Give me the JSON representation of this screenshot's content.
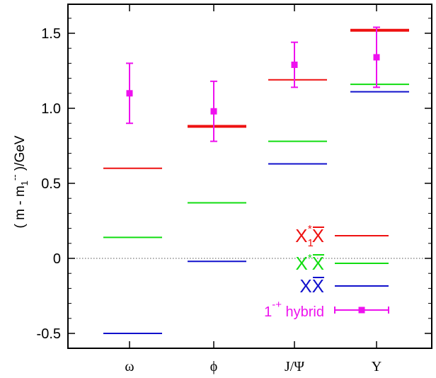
{
  "chart_data": {
    "type": "scatter",
    "ylabel_main": "( m - m",
    "ylabel_sub": "1",
    "ylabel_sup": "--",
    "ylabel_tail": " )/GeV",
    "ylim": [
      -0.6,
      1.7
    ],
    "yticks": [
      -0.5,
      0,
      0.5,
      1.0,
      1.5
    ],
    "ytick_labels": [
      "-0.5",
      "0",
      "0.5",
      "1.0",
      "1.5"
    ],
    "categories": [
      "ω",
      "ϕ",
      "J/Ψ",
      "Υ"
    ],
    "levels": [
      {
        "series": "x1x",
        "category": 0,
        "value": 0.6,
        "thick": false
      },
      {
        "series": "xx_star",
        "category": 0,
        "value": 0.14,
        "thick": false
      },
      {
        "series": "xx",
        "category": 0,
        "value": -0.5,
        "thick": false
      },
      {
        "series": "x1x",
        "category": 1,
        "value": 0.88,
        "thick": true
      },
      {
        "series": "xx_star",
        "category": 1,
        "value": 0.37,
        "thick": false
      },
      {
        "series": "xx",
        "category": 1,
        "value": -0.02,
        "thick": false
      },
      {
        "series": "x1x",
        "category": 2,
        "value": 1.19,
        "thick": false
      },
      {
        "series": "xx_star",
        "category": 2,
        "value": 0.78,
        "thick": false
      },
      {
        "series": "xx",
        "category": 2,
        "value": 0.63,
        "thick": false
      },
      {
        "series": "x1x",
        "category": 3,
        "value": 1.52,
        "thick": true
      },
      {
        "series": "xx_star",
        "category": 3,
        "value": 1.16,
        "thick": false
      },
      {
        "series": "xx",
        "category": 3,
        "value": 1.11,
        "thick": false
      }
    ],
    "hybrid": [
      {
        "category": 0,
        "value": 1.1,
        "err_low": 0.9,
        "err_high": 1.3
      },
      {
        "category": 1,
        "value": 0.98,
        "err_low": 0.78,
        "err_high": 1.18
      },
      {
        "category": 2,
        "value": 1.29,
        "err_low": 1.14,
        "err_high": 1.44
      },
      {
        "category": 3,
        "value": 1.34,
        "err_low": 1.14,
        "err_high": 1.54
      }
    ],
    "legend": [
      {
        "key": "x1x",
        "text": "X",
        "sub": "1",
        "sup": "*",
        "text2": "X",
        "bar_on": "text2"
      },
      {
        "key": "xx_star",
        "text": "X",
        "sup": "*",
        "text2": "X",
        "bar_on": "text2"
      },
      {
        "key": "xx",
        "text": "X",
        "text2": "X",
        "bar_on": "text2"
      },
      {
        "key": "hybrid",
        "text": "1",
        "sup": "-+",
        "text2": " hybrid"
      }
    ],
    "colors": {
      "x1x": "#ee1111",
      "xx_star": "#11dd11",
      "xx": "#1111cc",
      "hybrid": "#ee11ee",
      "zero_line": "#555555"
    },
    "legend_placement": "bottom-right",
    "grid": false
  }
}
